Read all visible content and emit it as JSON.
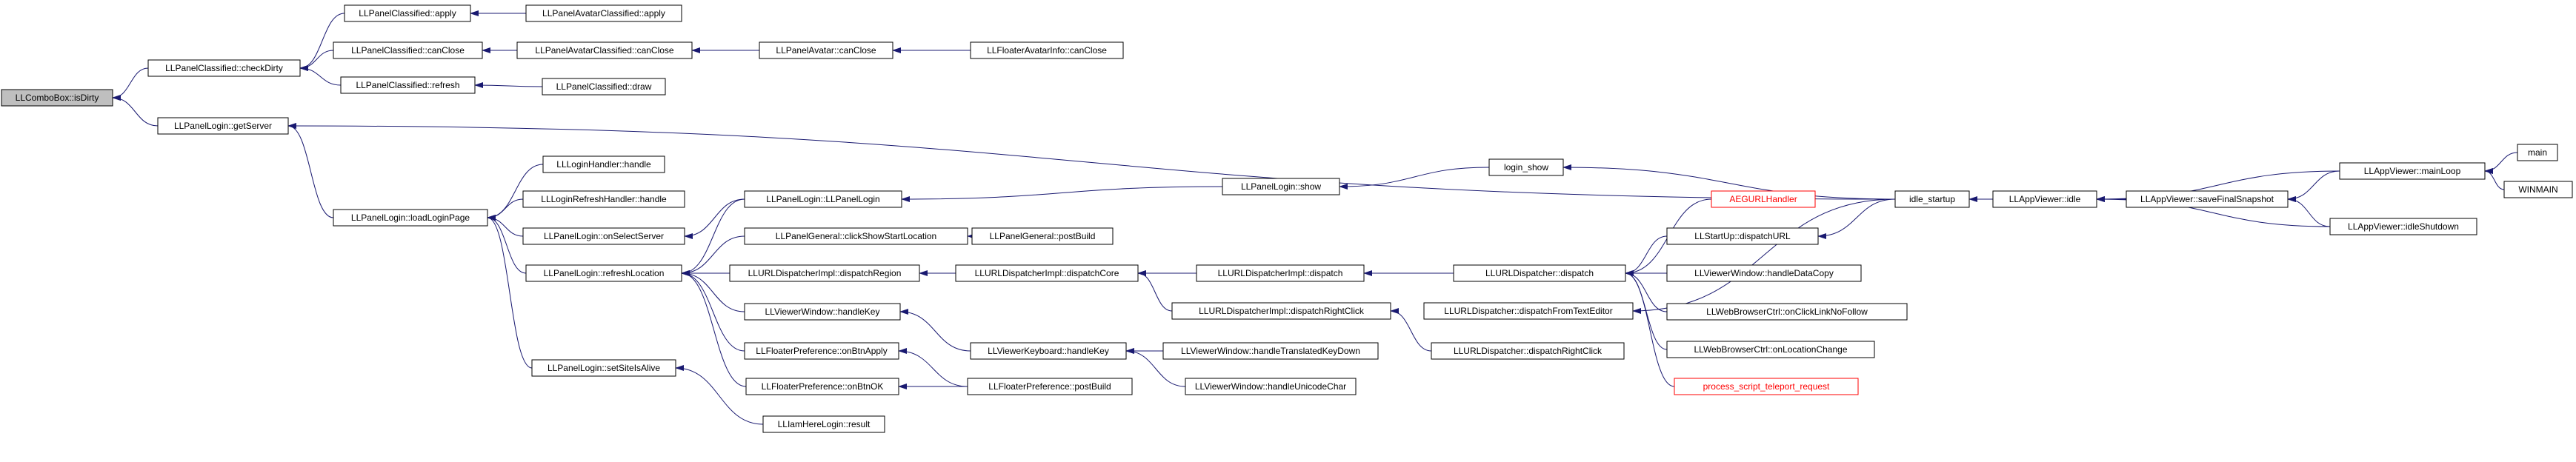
{
  "diagram": {
    "colors": {
      "edge": "#191970",
      "root_fill": "#bfbfbf",
      "node_border": "#000000",
      "highlight_border": "#ff0000"
    },
    "nodes": [
      {
        "id": "n0",
        "label": "LLComboBox::isDirty",
        "root": true
      },
      {
        "id": "n1",
        "label": "LLPanelClassified::checkDirty"
      },
      {
        "id": "n2",
        "label": "LLPanelLogin::getServer"
      },
      {
        "id": "n3",
        "label": "LLPanelClassified::apply"
      },
      {
        "id": "n4",
        "label": "LLPanelClassified::canClose"
      },
      {
        "id": "n5",
        "label": "LLPanelClassified::refresh"
      },
      {
        "id": "n6",
        "label": "LLPanelAvatarClassified::apply"
      },
      {
        "id": "n7",
        "label": "LLPanelAvatarClassified::canClose"
      },
      {
        "id": "n8",
        "label": "LLPanelClassified::draw"
      },
      {
        "id": "n9",
        "label": "LLPanelAvatar::canClose"
      },
      {
        "id": "n10",
        "label": "LLFloaterAvatarInfo::canClose"
      },
      {
        "id": "n11",
        "label": "LLPanelLogin::loadLoginPage"
      },
      {
        "id": "n12",
        "label": "LLLoginHandler::handle"
      },
      {
        "id": "n13",
        "label": "LLLoginRefreshHandler::handle"
      },
      {
        "id": "n14",
        "label": "LLPanelLogin::onSelectServer"
      },
      {
        "id": "n15",
        "label": "LLPanelLogin::refreshLocation"
      },
      {
        "id": "n16",
        "label": "LLPanelLogin::setSiteIsAlive"
      },
      {
        "id": "n17",
        "label": "LLIamHereLogin::result"
      },
      {
        "id": "n18",
        "label": "LLPanelLogin::LLPanelLogin"
      },
      {
        "id": "n19",
        "label": "LLPanelGeneral::clickShowStartLocation"
      },
      {
        "id": "n20",
        "label": "LLURLDispatcherImpl::dispatchRegion"
      },
      {
        "id": "n21",
        "label": "LLViewerWindow::handleKey"
      },
      {
        "id": "n22",
        "label": "LLFloaterPreference::onBtnApply"
      },
      {
        "id": "n23",
        "label": "LLFloaterPreference::onBtnOK"
      },
      {
        "id": "n24",
        "label": "LLPanelGeneral::postBuild"
      },
      {
        "id": "n25",
        "label": "LLURLDispatcherImpl::dispatchCore"
      },
      {
        "id": "n26",
        "label": "LLViewerKeyboard::handleKey"
      },
      {
        "id": "n27",
        "label": "LLFloaterPreference::postBuild"
      },
      {
        "id": "n28",
        "label": "LLPanelLogin::show"
      },
      {
        "id": "n29",
        "label": "login_show"
      },
      {
        "id": "n30",
        "label": "LLURLDispatcherImpl::dispatch"
      },
      {
        "id": "n31",
        "label": "LLURLDispatcherImpl::dispatchRightClick"
      },
      {
        "id": "n32",
        "label": "LLViewerWindow::handleTranslatedKeyDown"
      },
      {
        "id": "n33",
        "label": "LLViewerWindow::handleUnicodeChar"
      },
      {
        "id": "n34",
        "label": "LLURLDispatcher::dispatch"
      },
      {
        "id": "n35",
        "label": "LLURLDispatcher::dispatchFromTextEditor"
      },
      {
        "id": "n36",
        "label": "LLURLDispatcher::dispatchRightClick"
      },
      {
        "id": "n37",
        "label": "AEGURLHandler",
        "red": true
      },
      {
        "id": "n38",
        "label": "LLStartUp::dispatchURL"
      },
      {
        "id": "n39",
        "label": "LLViewerWindow::handleDataCopy"
      },
      {
        "id": "n40",
        "label": "LLWebBrowserCtrl::onClickLinkNoFollow"
      },
      {
        "id": "n41",
        "label": "LLWebBrowserCtrl::onLocationChange"
      },
      {
        "id": "n42",
        "label": "process_script_teleport_request",
        "red": true
      },
      {
        "id": "n43",
        "label": "idle_startup"
      },
      {
        "id": "n44",
        "label": "LLAppViewer::idle"
      },
      {
        "id": "n45",
        "label": "LLAppViewer::saveFinalSnapshot"
      },
      {
        "id": "n46",
        "label": "LLAppViewer::mainLoop"
      },
      {
        "id": "n47",
        "label": "LLAppViewer::idleShutdown"
      },
      {
        "id": "n48",
        "label": "main"
      },
      {
        "id": "n49",
        "label": "WINMAIN"
      }
    ],
    "edges": [
      [
        "n1",
        "n0"
      ],
      [
        "n2",
        "n0"
      ],
      [
        "n3",
        "n1"
      ],
      [
        "n4",
        "n1"
      ],
      [
        "n5",
        "n1"
      ],
      [
        "n6",
        "n3"
      ],
      [
        "n7",
        "n4"
      ],
      [
        "n8",
        "n5"
      ],
      [
        "n9",
        "n7"
      ],
      [
        "n10",
        "n9"
      ],
      [
        "n11",
        "n2"
      ],
      [
        "n43",
        "n2"
      ],
      [
        "n12",
        "n11"
      ],
      [
        "n13",
        "n11"
      ],
      [
        "n14",
        "n11"
      ],
      [
        "n15",
        "n11"
      ],
      [
        "n16",
        "n11"
      ],
      [
        "n17",
        "n16"
      ],
      [
        "n18",
        "n15"
      ],
      [
        "n19",
        "n15"
      ],
      [
        "n20",
        "n15"
      ],
      [
        "n21",
        "n15"
      ],
      [
        "n22",
        "n15"
      ],
      [
        "n23",
        "n15"
      ],
      [
        "n18",
        "n14"
      ],
      [
        "n28",
        "n18"
      ],
      [
        "n29",
        "n28"
      ],
      [
        "n43",
        "n29"
      ],
      [
        "n24",
        "n19"
      ],
      [
        "n25",
        "n20"
      ],
      [
        "n30",
        "n25"
      ],
      [
        "n31",
        "n25"
      ],
      [
        "n34",
        "n30"
      ],
      [
        "n36",
        "n31"
      ],
      [
        "n37",
        "n34"
      ],
      [
        "n38",
        "n34"
      ],
      [
        "n39",
        "n34"
      ],
      [
        "n40",
        "n34"
      ],
      [
        "n41",
        "n34"
      ],
      [
        "n42",
        "n34"
      ],
      [
        "n43",
        "n38"
      ],
      [
        "n43",
        "n35"
      ],
      [
        "n26",
        "n21"
      ],
      [
        "n32",
        "n26"
      ],
      [
        "n33",
        "n26"
      ],
      [
        "n27",
        "n22"
      ],
      [
        "n27",
        "n23"
      ],
      [
        "n44",
        "n43"
      ],
      [
        "n45",
        "n44"
      ],
      [
        "n46",
        "n44"
      ],
      [
        "n47",
        "n44"
      ],
      [
        "n46",
        "n45"
      ],
      [
        "n47",
        "n45"
      ],
      [
        "n48",
        "n46"
      ],
      [
        "n49",
        "n46"
      ]
    ]
  }
}
